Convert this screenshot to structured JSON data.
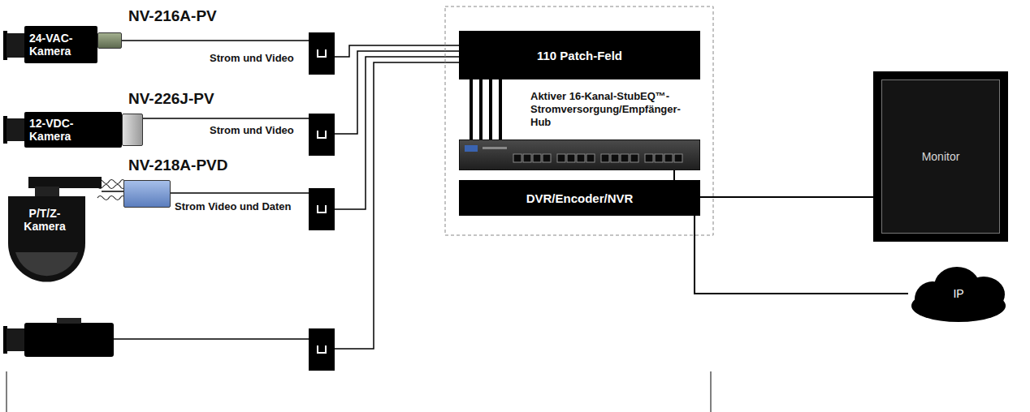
{
  "diagram": {
    "nodes": [
      {
        "text": [
          "24-VAC-Kamera"
        ]
      },
      {
        "text": [
          "NV-216A-PV"
        ]
      },
      {
        "text": [
          "12-VDC-Kamera"
        ]
      },
      {
        "text": [
          "NV-226J-PV"
        ]
      },
      {
        "text": [
          "P/T/Z-Kamera"
        ]
      },
      {
        "text": [
          "NV-218A-PVD"
        ]
      },
      {
        "text": [
          "110 Patch-Feld"
        ]
      },
      {
        "text": [
          "Aktiver 16-Kanal-StubEQ™- Stromversorgung/Empfänger- Hub"
        ]
      },
      {
        "text": [
          "DVR/Encoder/NVR"
        ]
      },
      {
        "text": [
          "Monitor"
        ]
      },
      {
        "text": [
          "IP"
        ]
      }
    ],
    "edges": [
      {
        "from": 4,
        "to": 5,
        "arrow": "none"
      },
      {
        "from": 1,
        "to": 6,
        "label": "Strom und Video",
        "arrow": "none"
      },
      {
        "from": 3,
        "to": 6,
        "label": "Strom und Video",
        "arrow": "none"
      },
      {
        "from": 5,
        "to": 6,
        "label": "Strom Video und Daten",
        "arrow": "none"
      },
      {
        "from": 6,
        "to": 7,
        "arrow": "none"
      },
      {
        "from": 7,
        "to": 8,
        "arrow": "none"
      },
      {
        "from": 8,
        "to": 9,
        "arrow": "none"
      },
      {
        "from": 8,
        "to": 10,
        "arrow": "none"
      }
    ]
  }
}
